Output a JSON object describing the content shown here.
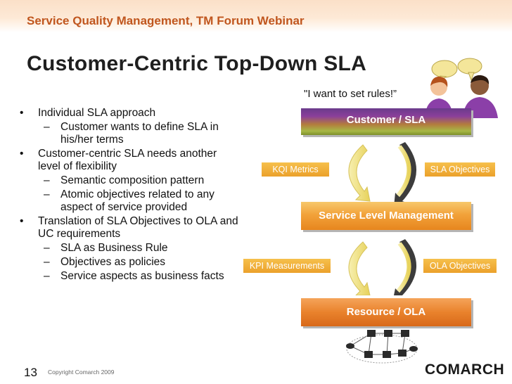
{
  "header": {
    "text": "Service Quality Management, TM Forum Webinar"
  },
  "title": "Customer-Centric Top-Down SLA",
  "quote": "\"I want to set rules!”",
  "bullets": [
    {
      "level": 1,
      "marker": "•",
      "text": "Individual SLA approach"
    },
    {
      "level": 2,
      "marker": "–",
      "text": "Customer wants to define SLA in his/her terms"
    },
    {
      "level": 1,
      "marker": "•",
      "text": "Customer-centric SLA needs another level of flexibility"
    },
    {
      "level": 2,
      "marker": "–",
      "text": "Semantic composition pattern"
    },
    {
      "level": 2,
      "marker": "–",
      "text": "Atomic objectives related to any aspect of service provided"
    },
    {
      "level": 1,
      "marker": "•",
      "text": "Translation of SLA Objectives to OLA and UC requirements"
    },
    {
      "level": 2,
      "marker": "–",
      "text": "SLA as Business Rule"
    },
    {
      "level": 2,
      "marker": "–",
      "text": "Objectives as policies"
    },
    {
      "level": 2,
      "marker": "–",
      "text": "Service aspects as business facts"
    }
  ],
  "diagram": {
    "customer_sla": "Customer / SLA",
    "slm": "Service Level Management",
    "resource_ola": "Resource / OLA",
    "kqi_metrics": "KQI Metrics",
    "sla_objectives": "SLA Objectives",
    "kpi_measurements": "KPI Measurements",
    "ola_objectives": "OLA Objectives"
  },
  "colors": {
    "header_text": "#c0561e",
    "customer_bar_top": "#6a3b8b",
    "customer_bar_bottom": "#7d8f2c",
    "slm_bar": "#f2a23a",
    "resource_bar": "#e9822c",
    "tag_fill": "#eba12b"
  },
  "icons": [
    "people-icon",
    "speech-bubble-icon",
    "network-icon",
    "circular-arrow-icon"
  ],
  "footer": {
    "page_number": "13",
    "copyright": "Copyright Comarch 2009",
    "logo": "COMARCH"
  }
}
